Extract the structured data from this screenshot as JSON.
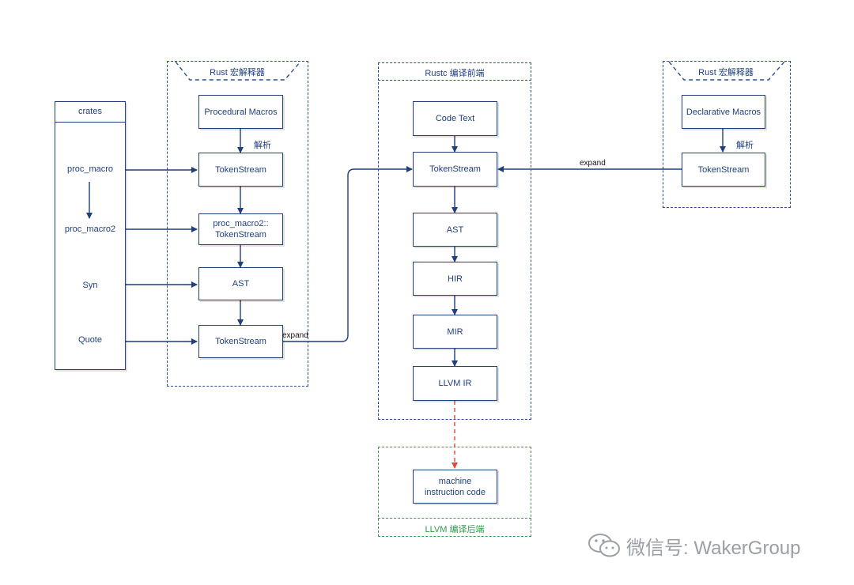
{
  "groups": {
    "rust_macro_left": "Rust  宏解释器",
    "rustc_frontend": "Rustc 编译前端",
    "rust_macro_right": "Rust  宏解释器",
    "llvm_backend": "LLVM 编译后端"
  },
  "crates": {
    "title": "crates",
    "items": [
      "proc_macro",
      "proc_macro2",
      "Syn",
      "Quote"
    ]
  },
  "left_nodes": {
    "procedural_macros": "Procedural Macros",
    "token_stream_1": "TokenStream",
    "proc_macro2_token_stream_line1": "proc_macro2::",
    "proc_macro2_token_stream_line2": "TokenStream",
    "ast": "AST",
    "token_stream_2": "TokenStream",
    "parse_label": "解析"
  },
  "center_nodes": {
    "code_text": "Code Text",
    "token_stream": "TokenStream",
    "ast": "AST",
    "hir": "HIR",
    "mir": "MIR",
    "llvm_ir": "LLVM IR"
  },
  "right_nodes": {
    "declarative_macros": "Declarative Macros",
    "token_stream": "TokenStream",
    "parse_label": "解析"
  },
  "backend_nodes": {
    "machine_code_line1": "machine",
    "machine_code_line2": "instruction code"
  },
  "edge_labels": {
    "expand_left": "expand",
    "expand_right": "expand"
  },
  "watermark": "微信号: WakerGroup",
  "colors": {
    "line": "#1f3f7f",
    "group_border": "#2a4f94",
    "backend_border": "#3c9a4f",
    "backend_arrow": "#e0493a",
    "watermark": "#9aa0a6"
  }
}
